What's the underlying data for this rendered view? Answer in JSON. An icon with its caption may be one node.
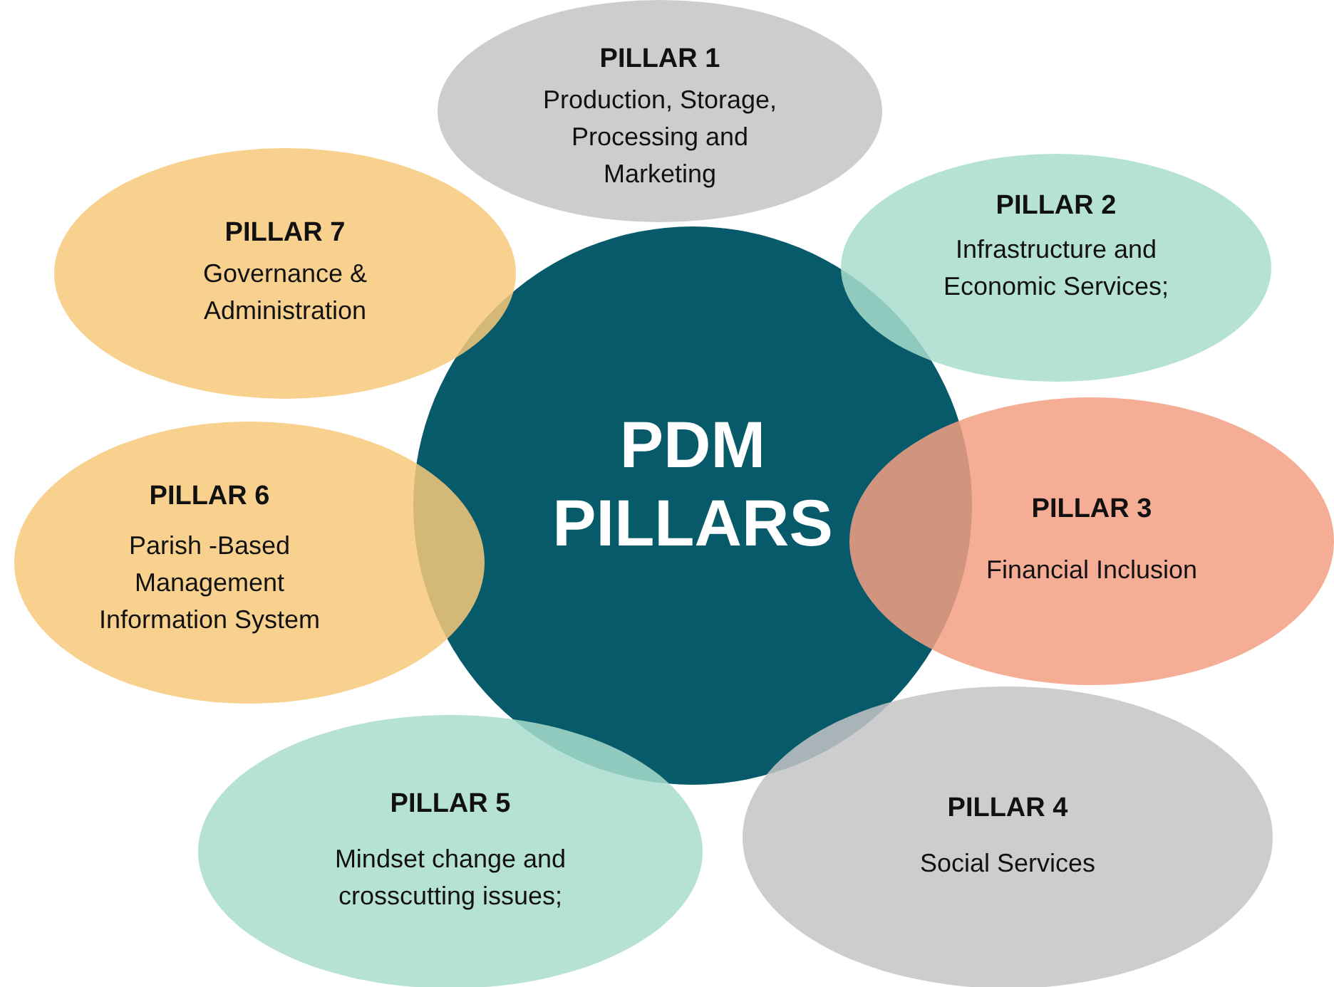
{
  "diagram": {
    "nodes": [
      {
        "text": [
          "PDM PILLARS"
        ]
      },
      {
        "text": [
          "PILLAR 1",
          "Production, Storage, Processing and Marketing"
        ]
      },
      {
        "text": [
          "PILLAR 2",
          "Infrastructure and Economic Services;"
        ]
      },
      {
        "text": [
          "PILLAR 3",
          "Financial Inclusion"
        ]
      },
      {
        "text": [
          "PILLAR 4",
          "Social Services"
        ]
      },
      {
        "text": [
          "PILLAR 5",
          "Mindset change and crosscutting issues;"
        ]
      },
      {
        "text": [
          "PILLAR 6",
          "Parish -Based Management Information System"
        ]
      },
      {
        "text": [
          "PILLAR 7",
          "Governance & Administration"
        ]
      }
    ]
  }
}
